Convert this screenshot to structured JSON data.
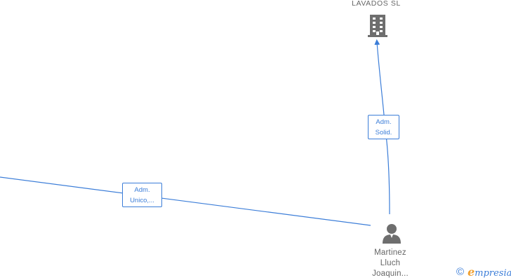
{
  "company": {
    "name": "LAVADOS  SL"
  },
  "person": {
    "line1": "Martinez",
    "line2": "Lluch",
    "line3": "Joaquin..."
  },
  "edges": [
    {
      "id": "solid",
      "line1": "Adm.",
      "line2": "Solid."
    },
    {
      "id": "unico",
      "line1": "Adm.",
      "line2": "Unico,..."
    }
  ],
  "footer": {
    "brand_initial": "e",
    "brand_rest": "mpresia",
    "copyright": "©"
  },
  "colors": {
    "edge": "#3b7dd8",
    "node": "#666666",
    "brand_accent": "#f0a030"
  }
}
